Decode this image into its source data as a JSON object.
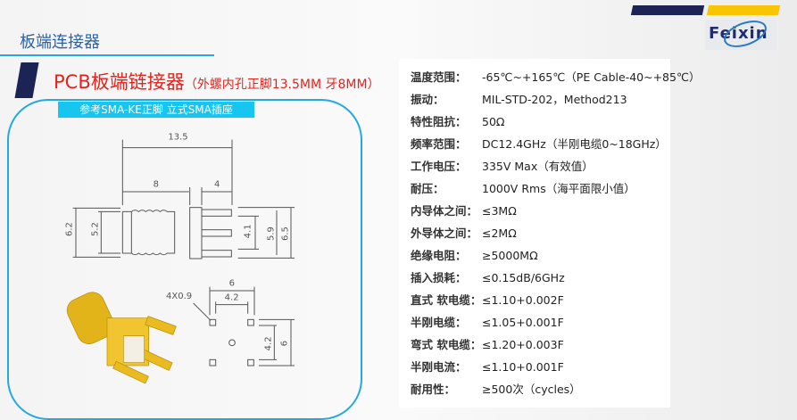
{
  "header": {
    "title": "板端连接器",
    "logo_text": "Feixin"
  },
  "product": {
    "title": "PCB板端链接器",
    "subtitle": "（外螺内孔正脚13.5MM 牙8MM）",
    "tag": "参考SMA-KE正脚 立式SMA插座"
  },
  "drawing": {
    "dims": [
      "13.5",
      "8",
      "4",
      "6.2",
      "5.2",
      "4.1",
      "5.9",
      "6.5",
      "6",
      "4.2",
      "4X0.9",
      "4.2",
      "6"
    ]
  },
  "specs": [
    {
      "label": "温度范围：",
      "value": "-65℃~+165℃（PE Cable-40~+85℃）"
    },
    {
      "label": "振动：",
      "value": "MIL-STD-202，Method213"
    },
    {
      "label": "特性阻抗：",
      "value": "50Ω"
    },
    {
      "label": "频率范围：",
      "value": "DC12.4GHz（半刚电缆0~18GHz）"
    },
    {
      "label": "工作电压：",
      "value": "335V Max（有效值）"
    },
    {
      "label": "耐压：",
      "value": "1000V Rms（海平面限小值）"
    },
    {
      "label": "内导体之间：",
      "value": "≤3MΩ"
    },
    {
      "label": "外导体之间：",
      "value": "≤2MΩ"
    },
    {
      "label": "绝缘电阻：",
      "value": "≥5000MΩ"
    },
    {
      "label": "插入损耗：",
      "value": "≤0.15dB/6GHz"
    },
    {
      "label": "直式 软电缆：",
      "value": "≤1.10+0.002F"
    },
    {
      "label": "半刚电缆：",
      "value": "≤1.05+0.001F"
    },
    {
      "label": "弯式 软电缆：",
      "value": "≤1.20+0.003F"
    },
    {
      "label": "半刚电流：",
      "value": "≤1.10+0.001F"
    },
    {
      "label": "耐用性：",
      "value": "≥500次（cycles）"
    }
  ]
}
